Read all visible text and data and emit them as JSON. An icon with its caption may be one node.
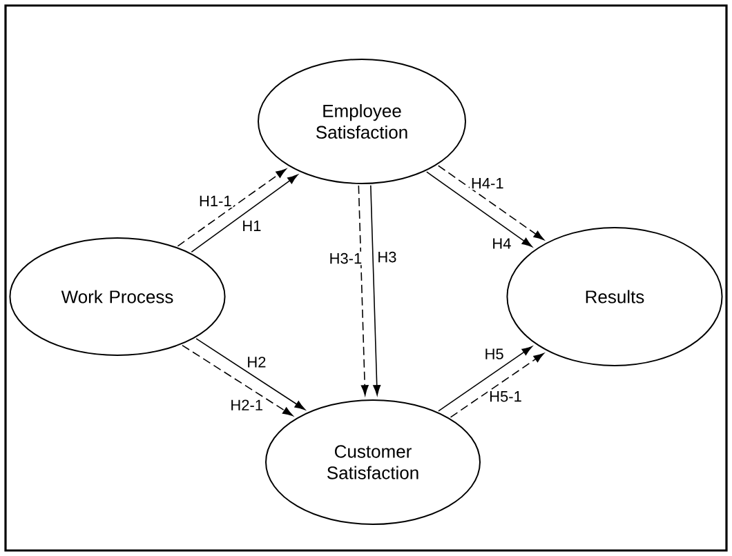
{
  "diagram": {
    "nodes": [
      {
        "text": [
          "Work Process"
        ]
      },
      {
        "text": [
          "Employee Satisfaction"
        ]
      },
      {
        "text": [
          "Customer Satisfaction"
        ]
      },
      {
        "text": [
          "Results"
        ]
      }
    ],
    "edges": [
      {
        "from": 0,
        "to": 1,
        "arrow": "to",
        "label": "H1"
      },
      {
        "from": 0,
        "to": 1,
        "arrow": "to",
        "label": "H1-1",
        "style": "dashed"
      },
      {
        "from": 0,
        "to": 2,
        "arrow": "to",
        "label": "H2"
      },
      {
        "from": 0,
        "to": 2,
        "arrow": "to",
        "label": "H2-1",
        "style": "dashed"
      },
      {
        "from": 1,
        "to": 2,
        "arrow": "to",
        "label": "H3"
      },
      {
        "from": 1,
        "to": 2,
        "arrow": "to",
        "label": "H3-1",
        "style": "dashed"
      },
      {
        "from": 1,
        "to": 3,
        "arrow": "to",
        "label": "H4"
      },
      {
        "from": 1,
        "to": 3,
        "arrow": "to",
        "label": "H4-1",
        "style": "dashed"
      },
      {
        "from": 2,
        "to": 3,
        "arrow": "to",
        "label": "H5"
      },
      {
        "from": 2,
        "to": 3,
        "arrow": "to",
        "label": "H5-1",
        "style": "dashed"
      }
    ]
  }
}
